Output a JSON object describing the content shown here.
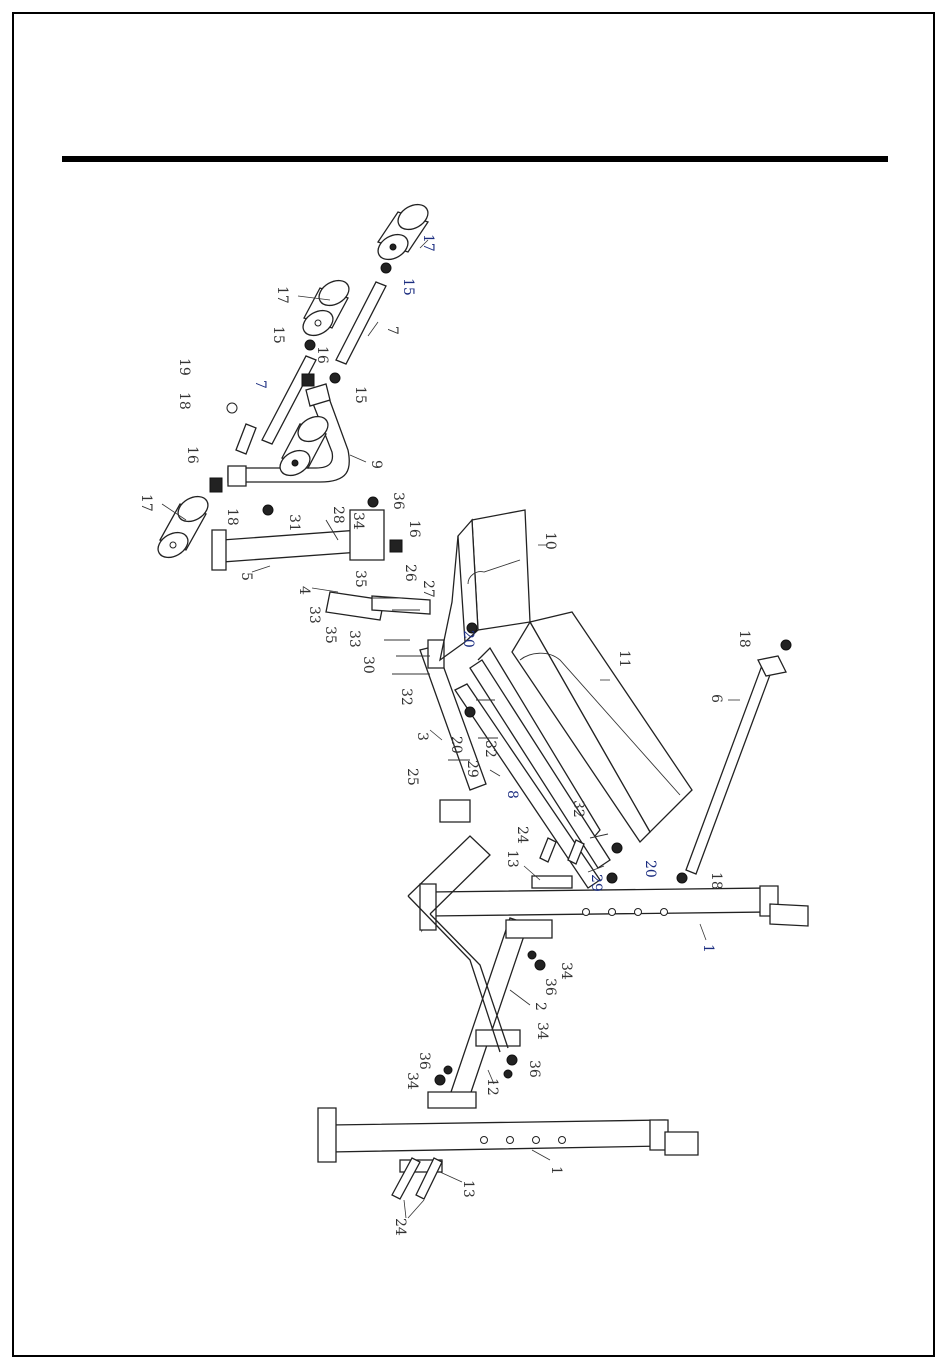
{
  "labels": {
    "p1": "1",
    "p2": "2",
    "p3": "3",
    "p4": "4",
    "p5": "5",
    "p6": "6",
    "p7": "7",
    "p8": "8",
    "p9": "9",
    "p10": "10",
    "p11": "11",
    "p12": "12",
    "p13": "13",
    "p15": "15",
    "p16": "16",
    "p17": "17",
    "p18": "18",
    "p19": "19",
    "p20": "20",
    "p24": "24",
    "p25": "25",
    "p26": "26",
    "p27": "27",
    "p28": "28",
    "p29": "29",
    "p30": "30",
    "p31": "31",
    "p32": "32",
    "p33": "33",
    "p34": "34",
    "p35": "35",
    "p36": "36"
  },
  "colors": {
    "line": "#222222",
    "label": "#333333",
    "label_blue": "#1b2d80"
  }
}
